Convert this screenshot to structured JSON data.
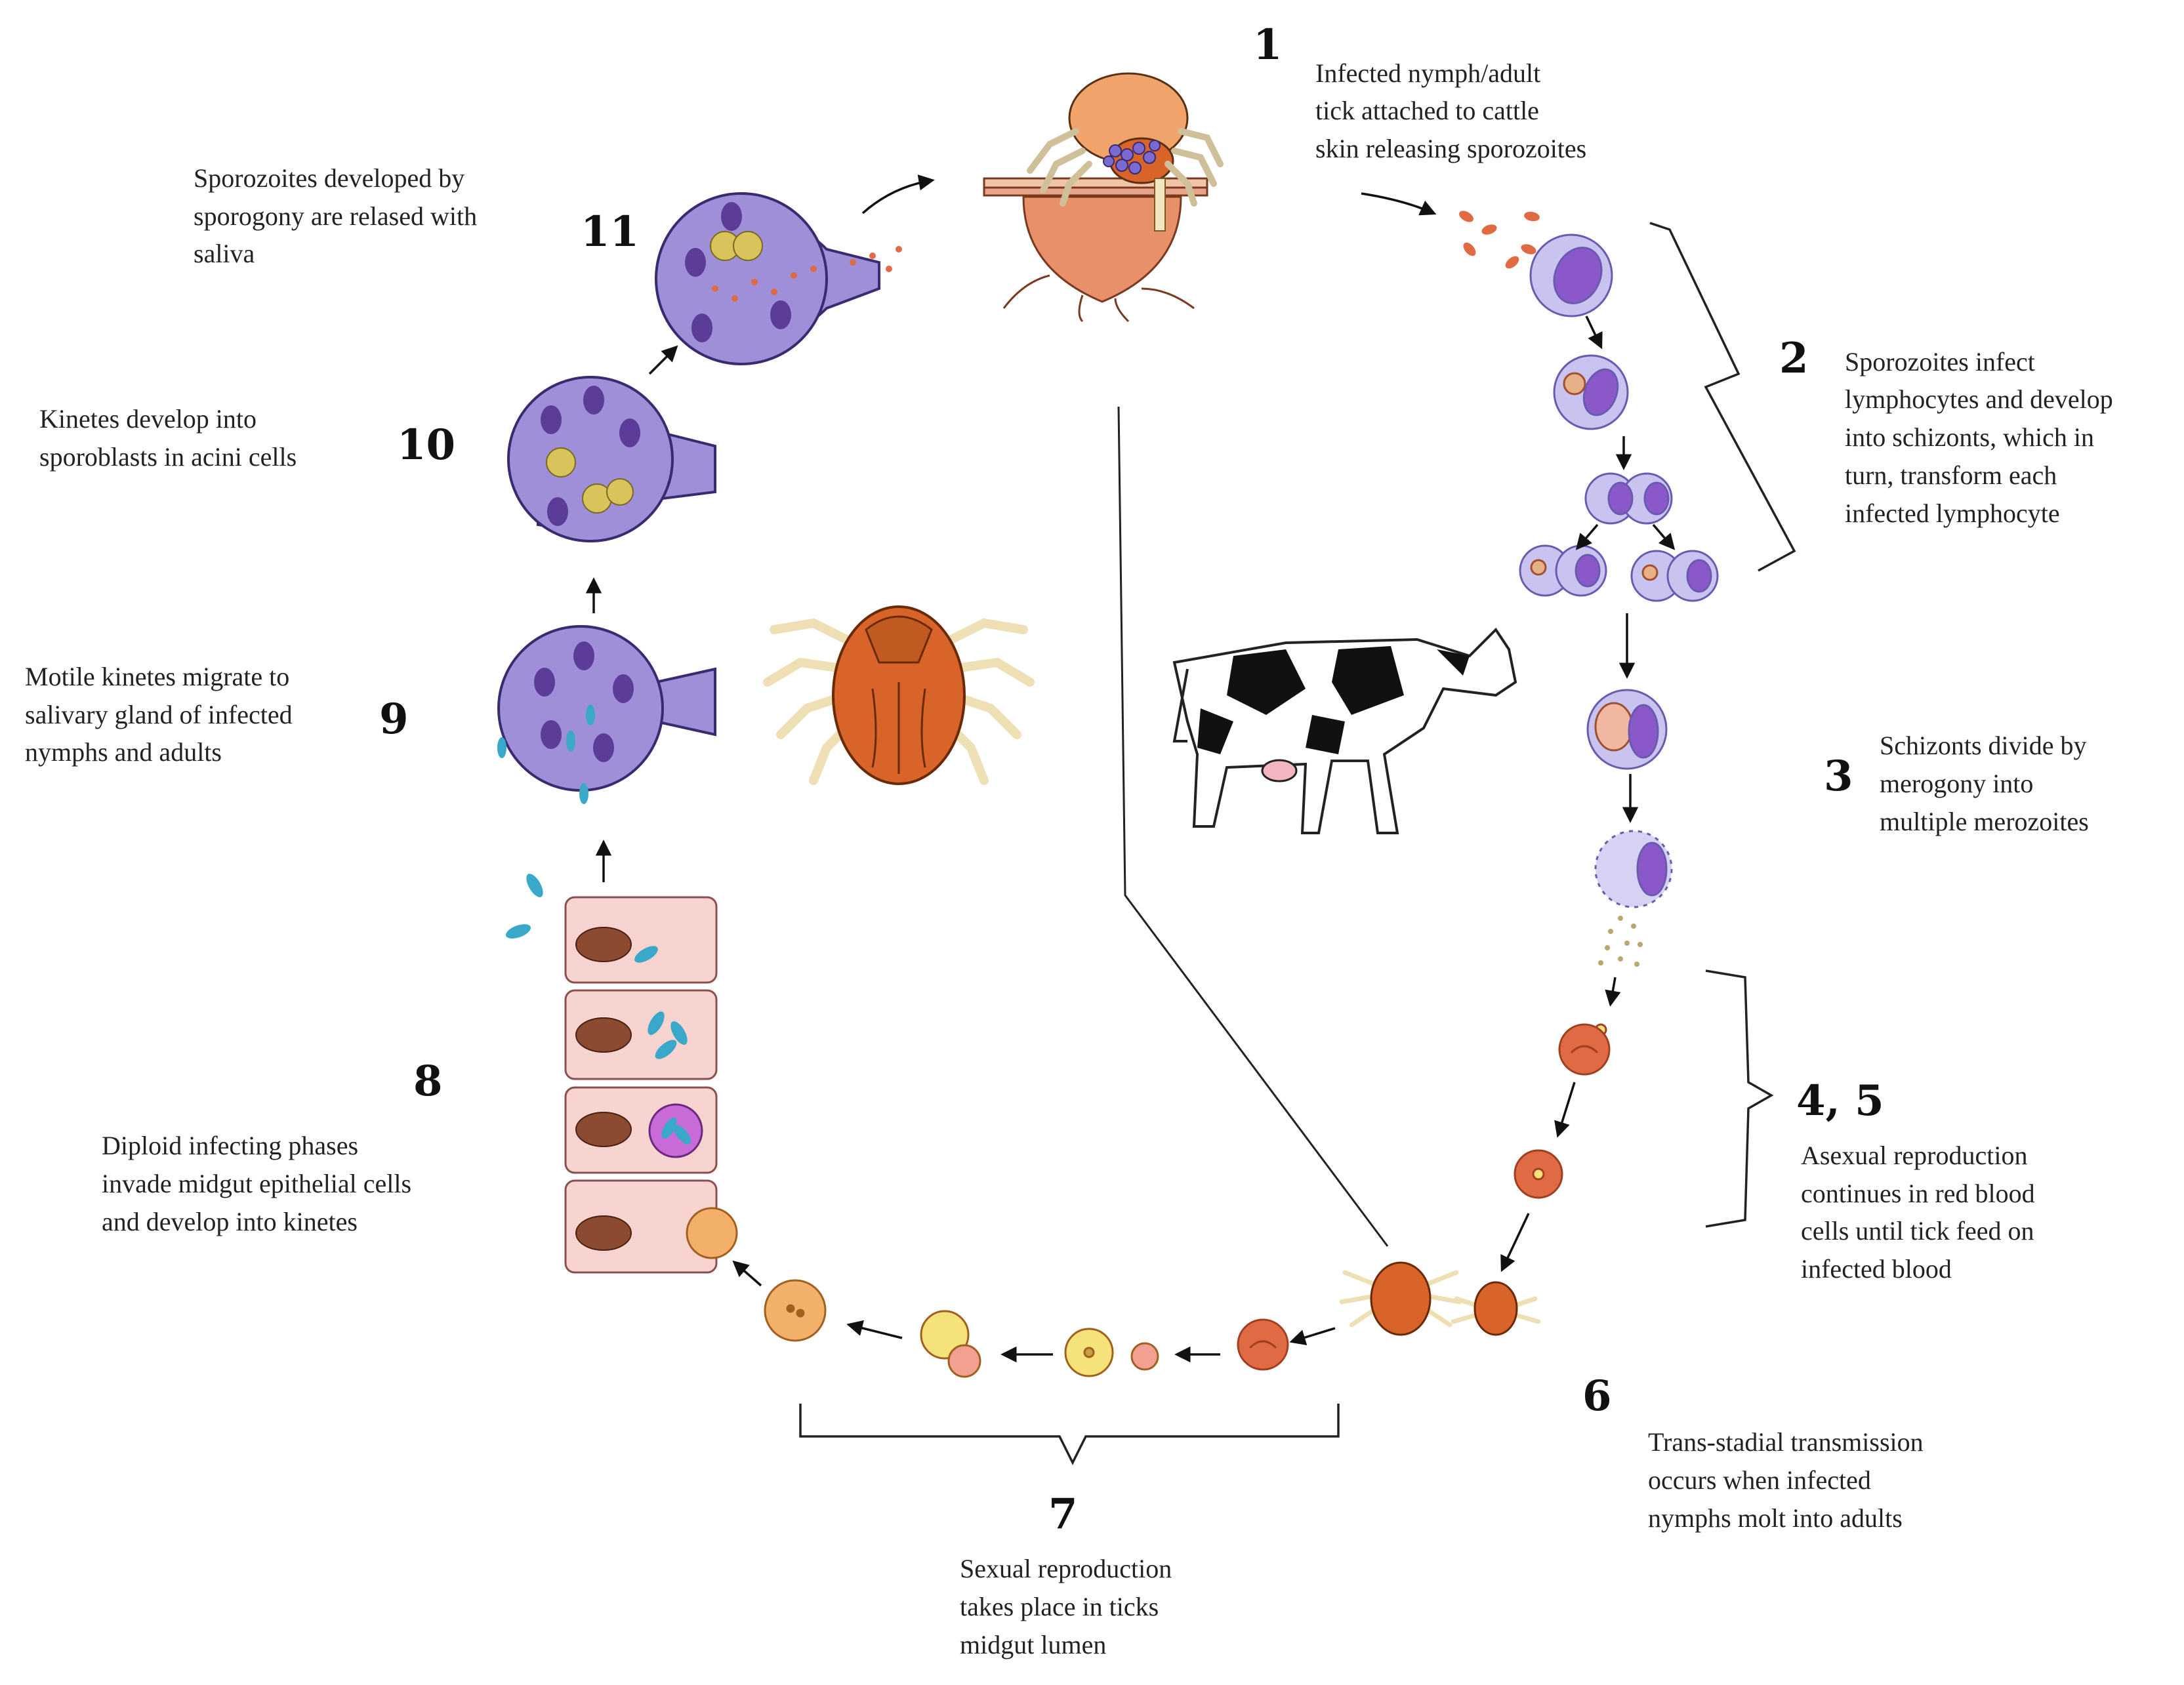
{
  "colors": {
    "lymph_cytoplasm": "#c9c3f0",
    "lymph_nucleus": "#8a58c8",
    "gland": "#9e8fd8",
    "gland_nucleus": "#5b3c98",
    "rbc": "#e06a44",
    "tick_orange": "#d8642a",
    "tick_legs": "#eedfb4",
    "epithelium": "#f8d4d0",
    "epi_nucleus": "#8c4a30",
    "kinete": "#3aa8c8",
    "gamete_yellow": "#f5e27a",
    "gamete_orange": "#f2b06a",
    "sporozoite": "#e06a44",
    "skin": "#f1c4a8"
  },
  "steps": [
    {
      "number": "1",
      "lines": [
        "Infected nymph/adult",
        "tick attached to cattle",
        "skin releasing sporozoites"
      ]
    },
    {
      "number": "2",
      "lines": [
        "Sporozoites infect",
        "lymphocytes and develop",
        "into schizonts, which in",
        "turn, transform each",
        "infected lymphocyte"
      ]
    },
    {
      "number": "3",
      "lines": [
        "Schizonts divide by",
        "merogony into",
        "multiple merozoites"
      ]
    },
    {
      "number": "4, 5",
      "lines": [
        "Asexual reproduction",
        "continues in red blood",
        "cells until tick feed on",
        "infected blood"
      ]
    },
    {
      "number": "6",
      "lines": [
        "Trans-stadial transmission",
        "occurs when infected",
        "nymphs molt into adults"
      ]
    },
    {
      "number": "7",
      "lines": [
        "Sexual reproduction",
        "takes place in ticks",
        "midgut lumen"
      ]
    },
    {
      "number": "8",
      "lines": [
        "Diploid infecting phases",
        "invade midgut epithelial cells",
        "and develop into kinetes"
      ]
    },
    {
      "number": "9",
      "lines": [
        "Motile kinetes migrate to",
        "salivary gland of infected",
        "nymphs and adults"
      ]
    },
    {
      "number": "10",
      "lines": [
        "Kinetes develop into",
        "sporoblasts in acini cells"
      ]
    },
    {
      "number": "11",
      "lines": [
        "Sporozoites developed by",
        "sporogony are relased with",
        "saliva"
      ]
    }
  ]
}
